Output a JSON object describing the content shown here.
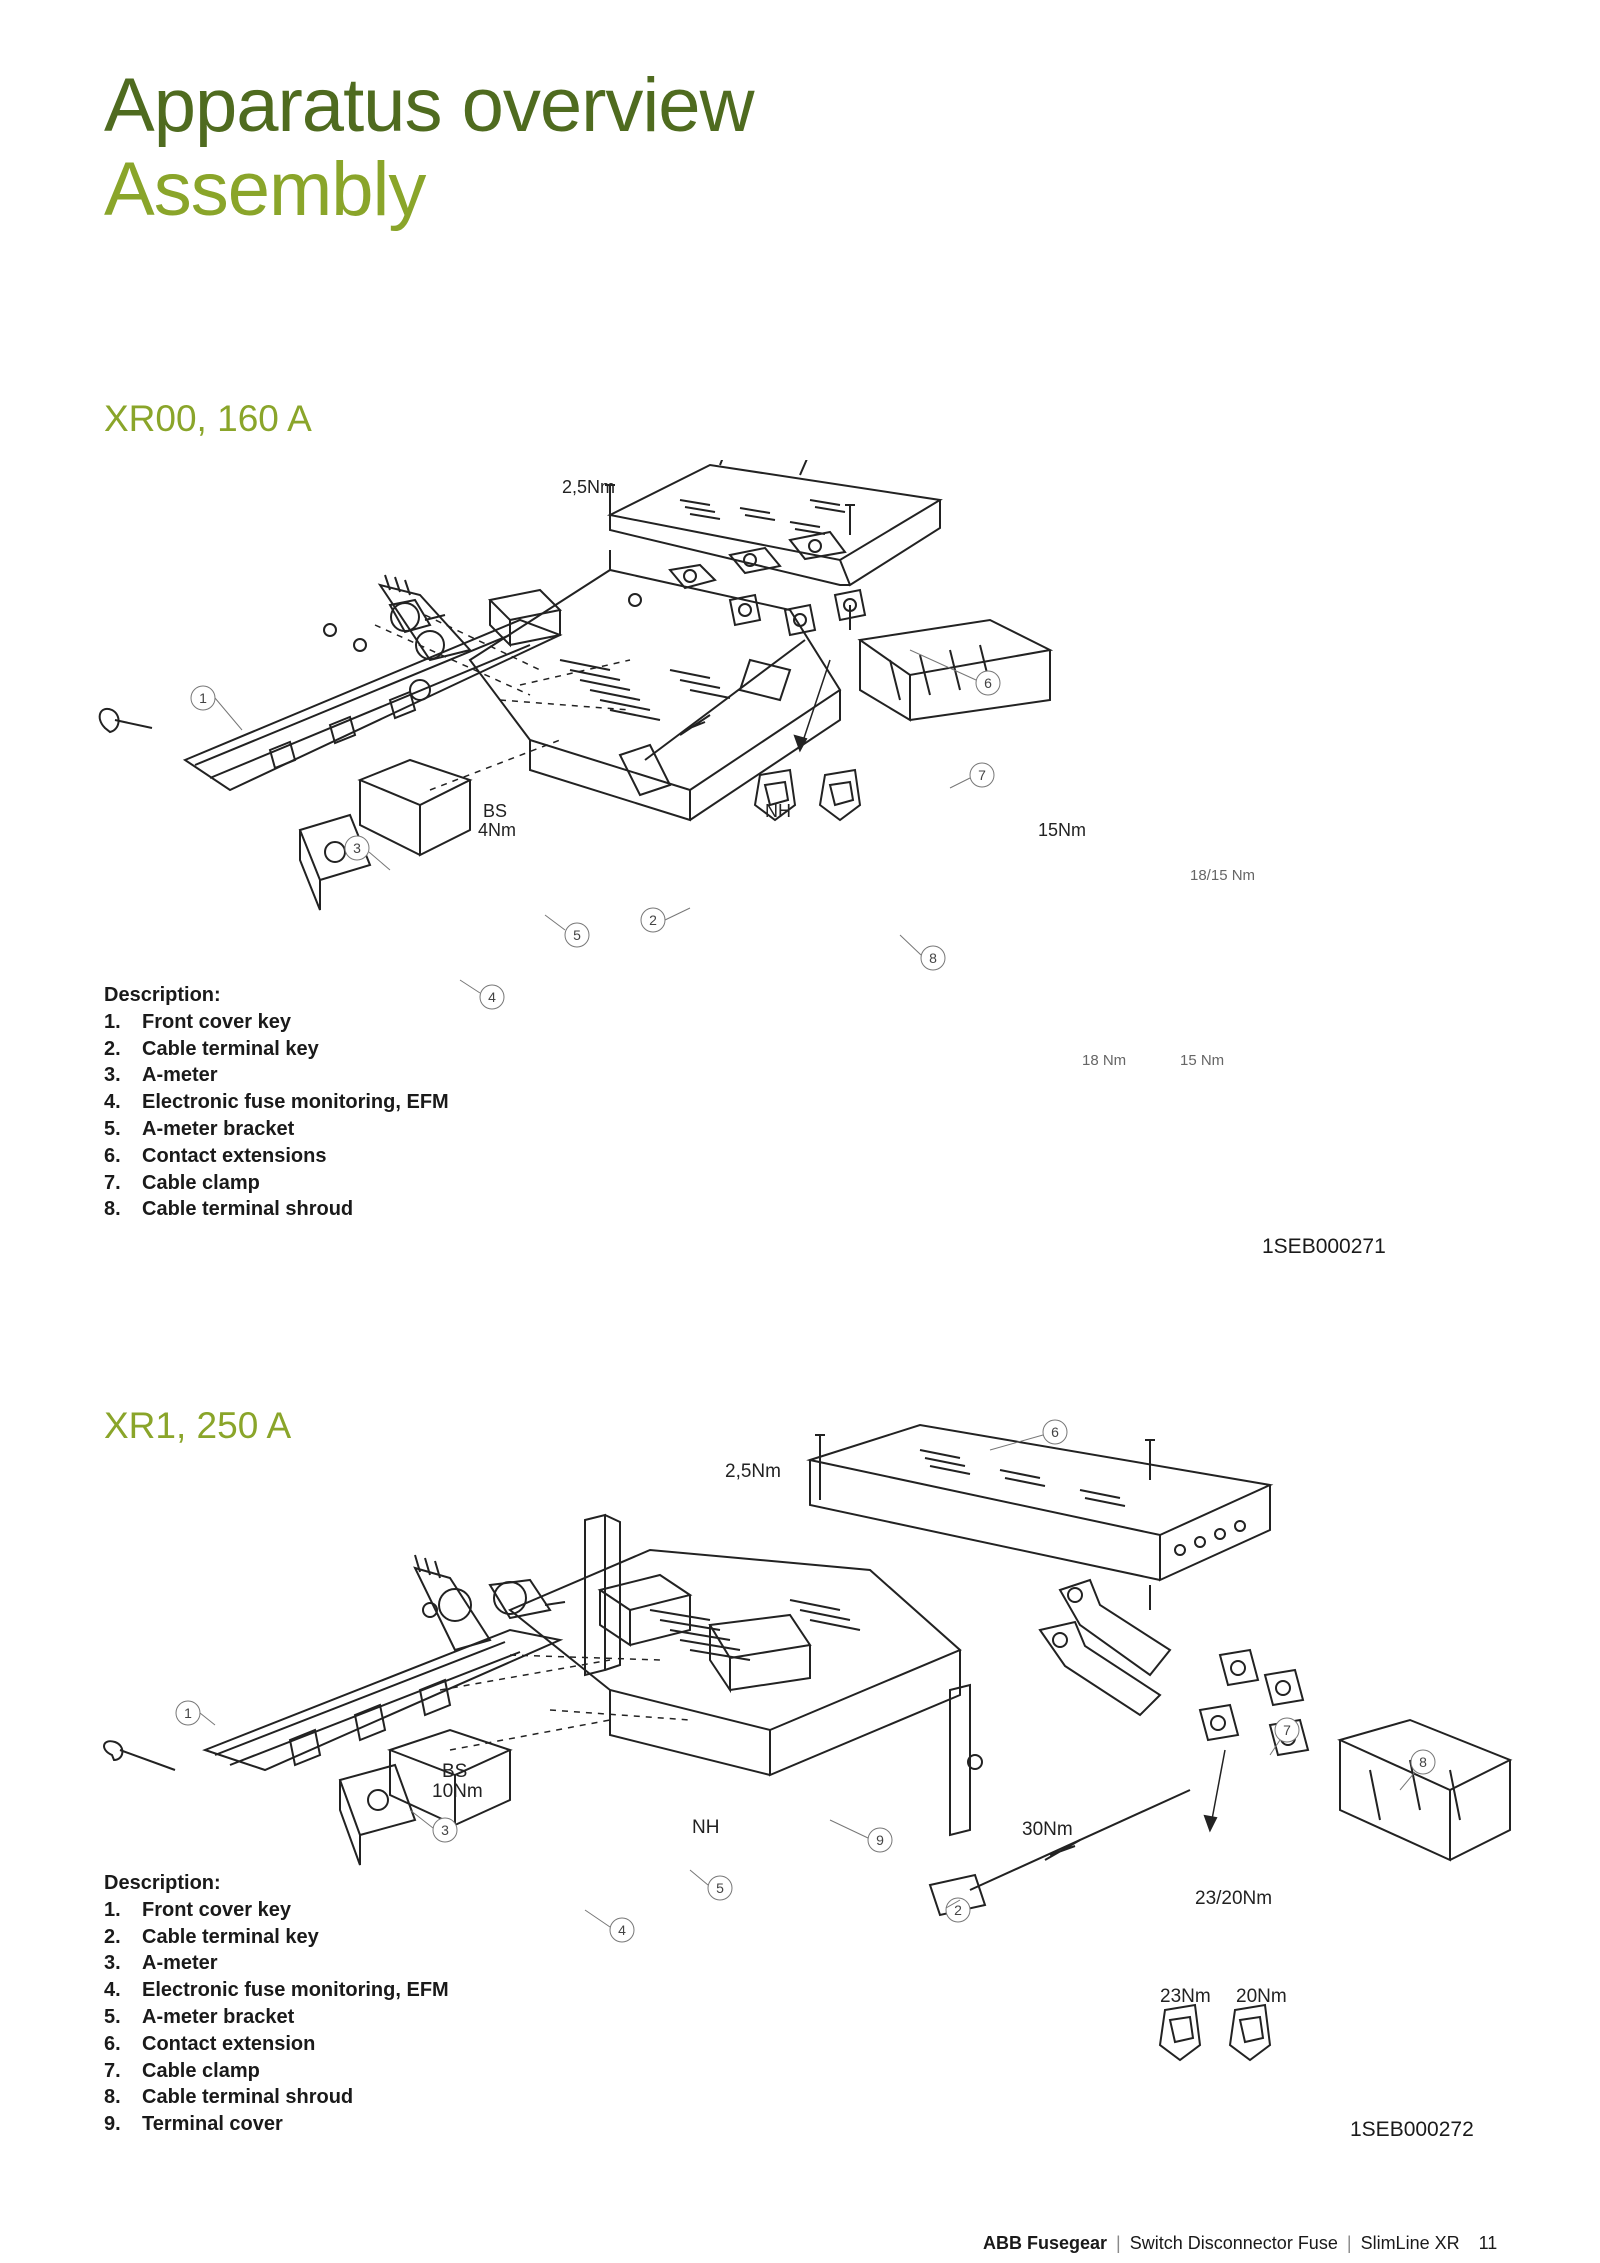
{
  "header": {
    "title_line1": "Apparatus overview",
    "title_line2": "Assembly"
  },
  "sections": [
    {
      "title": "XR00, 160 A",
      "description_heading": "Description:",
      "items": [
        {
          "num": "1.",
          "label": "Front cover key"
        },
        {
          "num": "2.",
          "label": "Cable terminal key"
        },
        {
          "num": "3.",
          "label": "A-meter"
        },
        {
          "num": "4.",
          "label": "Electronic fuse monitoring, EFM"
        },
        {
          "num": "5.",
          "label": "A-meter bracket"
        },
        {
          "num": "6.",
          "label": "Contact extensions"
        },
        {
          "num": "7.",
          "label": "Cable clamp"
        },
        {
          "num": "8.",
          "label": "Cable terminal shroud"
        }
      ],
      "diagram_code": "1SEB000271",
      "diagram_labels": {
        "torque_cover": "2,5Nm",
        "bs": "BS",
        "bs_torque": "4Nm",
        "nh": "NH",
        "terminal_torque": "15Nm",
        "clamp_torque": "18/15 Nm",
        "clamp_a": "18 Nm",
        "clamp_b": "15 Nm"
      },
      "callouts": [
        "1",
        "2",
        "3",
        "4",
        "5",
        "6",
        "7",
        "8"
      ]
    },
    {
      "title": "XR1, 250 A",
      "description_heading": "Description:",
      "items": [
        {
          "num": "1.",
          "label": "Front cover key"
        },
        {
          "num": "2.",
          "label": "Cable terminal key"
        },
        {
          "num": "3.",
          "label": "A-meter"
        },
        {
          "num": "4.",
          "label": "Electronic fuse monitoring, EFM"
        },
        {
          "num": "5.",
          "label": "A-meter bracket"
        },
        {
          "num": "6.",
          "label": "Contact extension"
        },
        {
          "num": "7.",
          "label": "Cable clamp"
        },
        {
          "num": "8.",
          "label": "Cable terminal shroud"
        },
        {
          "num": "9.",
          "label": "Terminal cover"
        }
      ],
      "diagram_code": "1SEB000272",
      "diagram_labels": {
        "torque_cover": "2,5Nm",
        "bs": "BS",
        "bs_torque": "10Nm",
        "nh": "NH",
        "terminal_torque": "30Nm",
        "clamp_torque": "23/20Nm",
        "clamp_a": "23Nm",
        "clamp_b": "20Nm"
      },
      "callouts": [
        "1",
        "2",
        "3",
        "4",
        "5",
        "6",
        "7",
        "8",
        "9"
      ]
    }
  ],
  "footer": {
    "brand": "ABB Fusegear",
    "sep": "|",
    "product": "Switch Disconnector Fuse",
    "series": "SlimLine XR",
    "page": "11"
  }
}
